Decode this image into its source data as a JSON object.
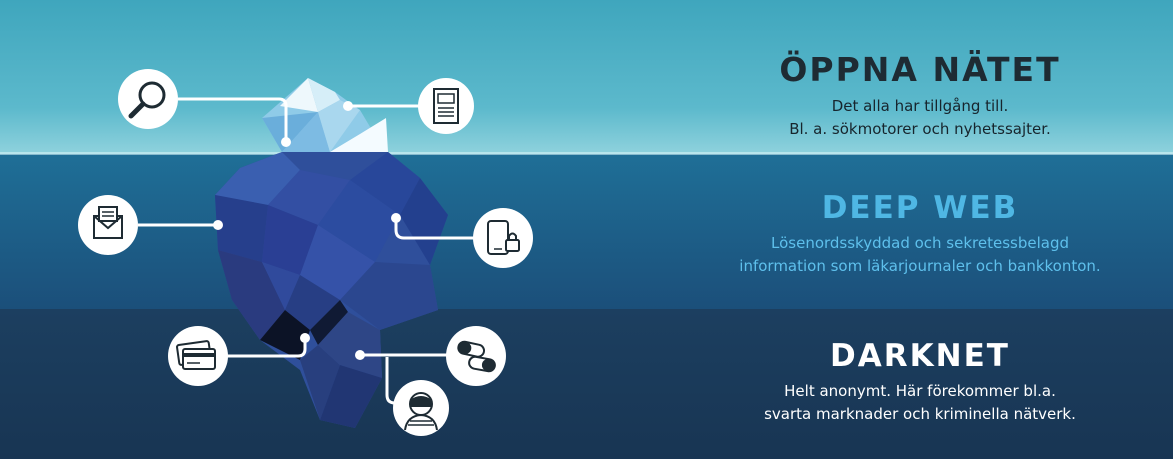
{
  "layers": [
    {
      "title": "ÖPPNA NÄTET",
      "lines": [
        "Det alla har tillgång till.",
        "Bl. a. sökmotorer och nyhetssajter."
      ]
    },
    {
      "title": "DEEP WEB",
      "lines": [
        "Lösenordsskyddad och sekretessbelagd",
        "information som läkarjournaler och bankkonton."
      ]
    },
    {
      "title": "DARKNET",
      "lines": [
        "Helt anonymt. Här förekommer bl.a.",
        "svarta marknader och kriminella nätverk."
      ]
    }
  ],
  "colors": {
    "surface_water": "#5cb9cc",
    "deep_water": "#1b4f7a",
    "dark_water": "#183553",
    "deep_title": "#4fb7e4",
    "open_title": "#1e2b33"
  },
  "icons": [
    "search-icon",
    "newspaper-icon",
    "email-icon",
    "locked-phone-icon",
    "credit-card-icon",
    "pills-icon",
    "masked-criminal-icon"
  ]
}
